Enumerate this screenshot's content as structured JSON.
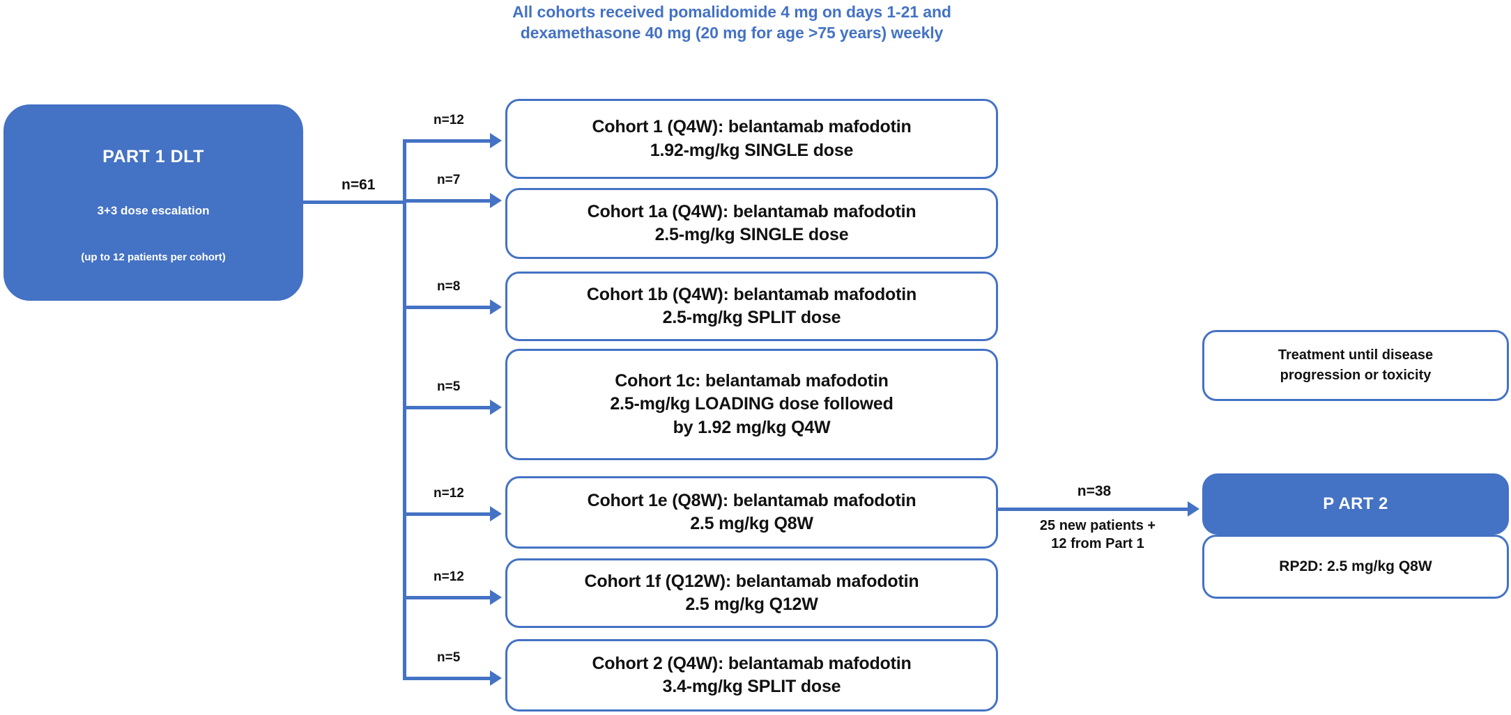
{
  "header": {
    "note_line1": "All cohorts received pomalidomide 4 mg on days 1-21 and",
    "note_line2": "dexamethasone 40 mg (20 mg for age >75 years) weekly",
    "note_color": "#4472C4"
  },
  "part1": {
    "title": "PART 1 DLT",
    "subtitle1": "3+3 dose escalation",
    "subtitle2": "(up to 12 patients per cohort)",
    "fill_color": "#4472C4",
    "trunk_label": "n=61"
  },
  "cohorts": [
    {
      "n_label": "n=12",
      "line1": "Cohort 1 (Q4W): belantamab mafodotin",
      "line2": "1.92-mg/kg SINGLE dose",
      "line3": ""
    },
    {
      "n_label": "n=7",
      "line1": "Cohort 1a (Q4W): belantamab mafodotin",
      "line2": "2.5-mg/kg SINGLE dose",
      "line3": ""
    },
    {
      "n_label": "n=8",
      "line1": "Cohort 1b (Q4W): belantamab mafodotin",
      "line2": "2.5-mg/kg SPLIT dose",
      "line3": ""
    },
    {
      "n_label": "n=5",
      "line1": "Cohort 1c: belantamab mafodotin",
      "line2": "2.5-mg/kg LOADING dose followed",
      "line3": "by 1.92 mg/kg Q4W"
    },
    {
      "n_label": "n=12",
      "line1": "Cohort 1e (Q8W): belantamab mafodotin",
      "line2": "2.5 mg/kg Q8W",
      "line3": ""
    },
    {
      "n_label": "n=12",
      "line1": "Cohort 1f (Q12W): belantamab mafodotin",
      "line2": "2.5 mg/kg Q12W",
      "line3": ""
    },
    {
      "n_label": "n=5",
      "line1": "Cohort 2 (Q4W): belantamab mafodotin",
      "line2": "3.4-mg/kg SPLIT dose",
      "line3": ""
    }
  ],
  "treatment": {
    "line1": "Treatment until disease",
    "line2": "progression or toxicity"
  },
  "part2": {
    "title": "P ART 2",
    "rp2d": "RP2D: 2.5 mg/kg Q8W",
    "edge_n": "n=38",
    "edge_sub_line1": "25 new patients +",
    "edge_sub_line2": "12 from Part 1",
    "fill_color": "#4472C4"
  }
}
